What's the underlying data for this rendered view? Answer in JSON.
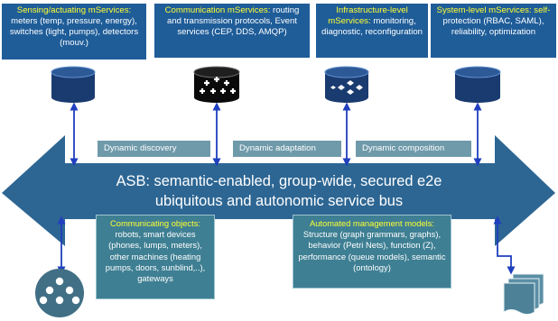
{
  "boxes": [
    {
      "title": "Sensing/actuating mServices:",
      "text": "meters (temp, pressure, energy), switches (light, pumps), detectors (mouv.)"
    },
    {
      "title": "Communication mServices:",
      "text": "routing and transmission protocols, Event services (CEP, DDS, AMQP)"
    },
    {
      "title": "Infrastructure-level mServices:",
      "text": "monitoring, diagnostic, reconfiguration"
    },
    {
      "title": "System-level  mServices: self-",
      "text": "protection (RBAC, SAML), reliability, optimization"
    }
  ],
  "dynamic_labels": {
    "discovery": "Dynamic discovery",
    "adaptation": "Dynamic adaptation",
    "composition": "Dynamic composition"
  },
  "bus": {
    "line1": "ASB: semantic-enabled, group-wide, secured e2e",
    "line2": "ubiquitous and autonomic service bus"
  },
  "objects_box": {
    "title": "Communicating objects:",
    "text": "robots, smart devices (phones, lumps, meters), other machines (heating pumps, doors, sunblind,..), gateways"
  },
  "models_box": {
    "title": "Automated management models:",
    "text": "Structure (graph grammars, graphs), behavior (Petri Nets), function (Z), performance (queue models),  semantic (ontology)"
  },
  "colors": {
    "box_blue": "#1f5d99",
    "bus_blue": "#2d6693",
    "teal": "#3e7f93",
    "label_bg": "#6f9aaa",
    "title_yellow": "#ffff33",
    "arrow_blue": "#1f3fbf"
  },
  "icons": [
    "database-icon",
    "database-plus-icon",
    "database-network-icon",
    "database-icon",
    "objects-cluster-icon",
    "document-stack-icon"
  ]
}
